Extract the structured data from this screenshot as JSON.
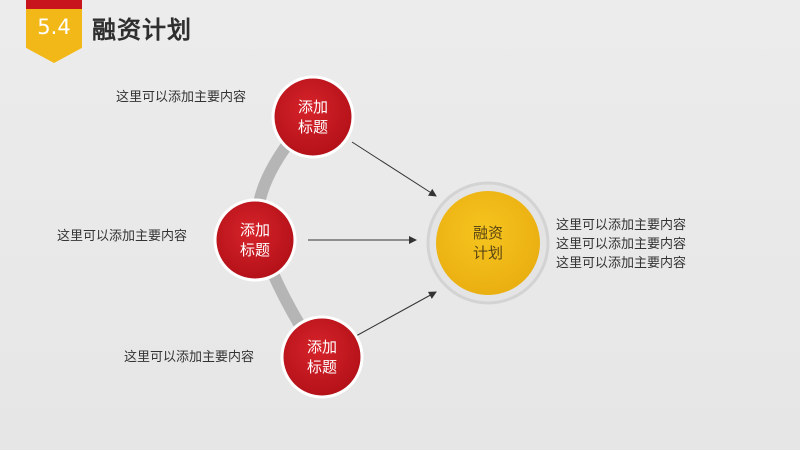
{
  "header": {
    "section_number": "5.4",
    "title": "融资计划"
  },
  "colors": {
    "accent_red": "#c8141c",
    "accent_yellow": "#f2b817",
    "arc_gray": "#b5b5b5",
    "background": "#e9e9e9"
  },
  "nodes": [
    {
      "line1": "添加",
      "line2": "标题",
      "caption": "这里可以添加主要内容"
    },
    {
      "line1": "添加",
      "line2": "标题",
      "caption": "这里可以添加主要内容"
    },
    {
      "line1": "添加",
      "line2": "标题",
      "caption": "这里可以添加主要内容"
    }
  ],
  "center": {
    "line1": "融资",
    "line2": "计划",
    "captions": [
      "这里可以添加主要内容",
      "这里可以添加主要内容",
      "这里可以添加主要内容"
    ]
  }
}
